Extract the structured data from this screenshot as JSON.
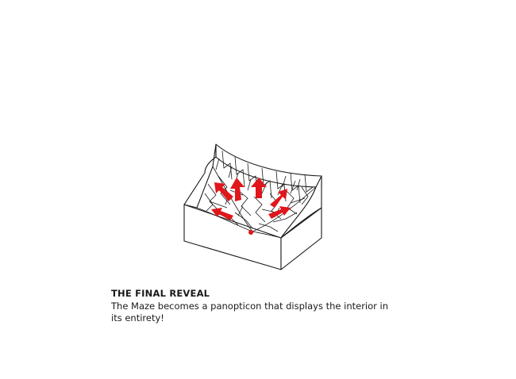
{
  "caption": {
    "title": "THE FINAL REVEAL",
    "body": "The Maze becomes a panopticon that displays the interior in its entirety!"
  },
  "colors": {
    "line": "#1a1a1a",
    "arrow": "#e0161b",
    "background": "#ffffff"
  },
  "figure": {
    "subject": "isometric maze-bowl-diagram",
    "arrows": "outward-view-arrows"
  }
}
